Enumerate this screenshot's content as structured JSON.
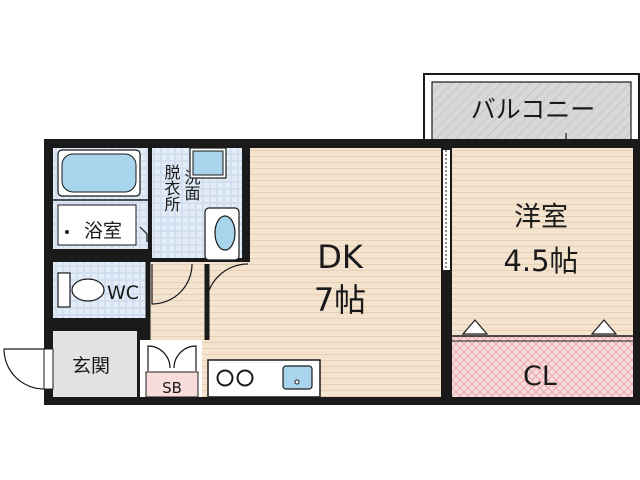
{
  "floorplan": {
    "rooms": {
      "balcony": "バルコニー",
      "western_room_name": "洋室",
      "western_room_size": "4.5帖",
      "dk_name": "DK",
      "dk_size": "7帖",
      "closet": "CL",
      "bathroom": "浴室",
      "toilet": "WC",
      "entrance": "玄関",
      "shoe_box": "SB",
      "dressing_col1": "脱衣所",
      "washroom_col2": "洗面"
    },
    "colors": {
      "wall": "#1a1a1a",
      "room_floor": "#f3e3cf",
      "floor_stripe": "#e6cfb3",
      "wet_area": "#d2dff0",
      "wet_tile": "#ffffff",
      "entrance_floor": "#e2e2e2",
      "balcony_floor": "#d8d8d8",
      "closet_floor": "#f8dcdc",
      "closet_hatch": "#e7a8ae",
      "fixture_fill": "#a8d4ec"
    }
  }
}
